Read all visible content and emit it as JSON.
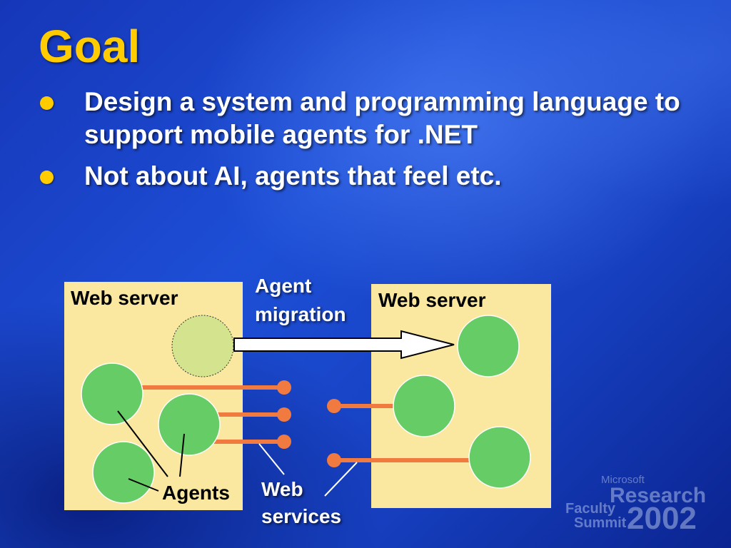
{
  "slide": {
    "title": "Goal",
    "bullets": [
      "Design a system and programming language to support mobile agents for .NET",
      "Not about AI, agents that feel etc."
    ]
  },
  "diagram": {
    "left_box_label": "Web server",
    "right_box_label": "Web server",
    "arrow_label_line1": "Agent",
    "arrow_label_line2": "migration",
    "agents_label": "Agents",
    "services_label_line1": "Web",
    "services_label_line2": "services"
  },
  "logo": {
    "line1": "Microsoft",
    "line2": "Research",
    "line3": "Faculty",
    "line4": "Summit",
    "year": "2002"
  },
  "colors": {
    "title": "#ffcc00",
    "bullet": "#ffcc00",
    "box_fill": "#fbe8a0",
    "agent_fill": "#66cc66",
    "migrating_agent_fill": "#d4e38e",
    "service_line": "#f07a40"
  }
}
